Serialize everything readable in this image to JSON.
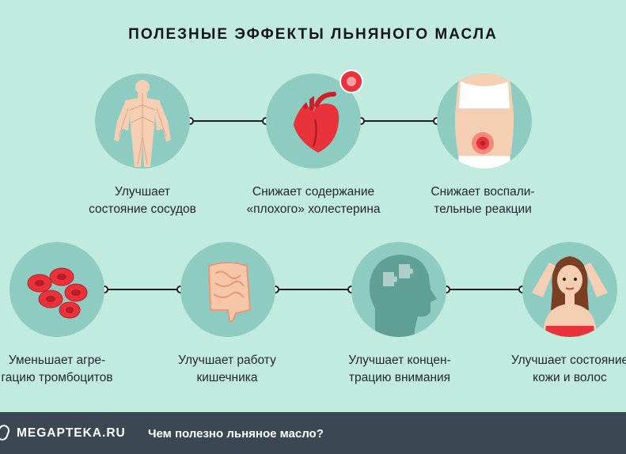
{
  "title": "ПОЛЕЗНЫЕ ЭФФЕКТЫ ЛЬНЯНОГО МАСЛА",
  "benefits": [
    {
      "line1": "Улучшает",
      "line2": "состояние сосудов",
      "icon": "vascular-system-icon"
    },
    {
      "line1": "Снижает содержание",
      "line2": "«плохого» холестерина",
      "icon": "heart-icon"
    },
    {
      "line1": "Снижает воспали-",
      "line2": "тельные реакции",
      "icon": "inflamed-abdomen-icon"
    },
    {
      "line1": "Уменьшает агре-",
      "line2": "гацию тромбоцитов",
      "icon": "blood-cells-icon"
    },
    {
      "line1": "Улучшает работу",
      "line2": "кишечника",
      "icon": "intestine-icon"
    },
    {
      "line1": "Улучшает концен-",
      "line2": "трацию внимания",
      "icon": "head-puzzle-icon"
    },
    {
      "line1": "Улучшает состояние",
      "line2": "кожи и волос",
      "icon": "woman-hair-icon"
    }
  ],
  "footer": {
    "brand": "MEGAPTEKA.RU",
    "text": "Чем полезно льняное масло?"
  },
  "colors": {
    "background": "#c2ebe0",
    "circle": "#8ecbc0",
    "footer": "#3b4753",
    "accent_red": "#e8333a"
  }
}
